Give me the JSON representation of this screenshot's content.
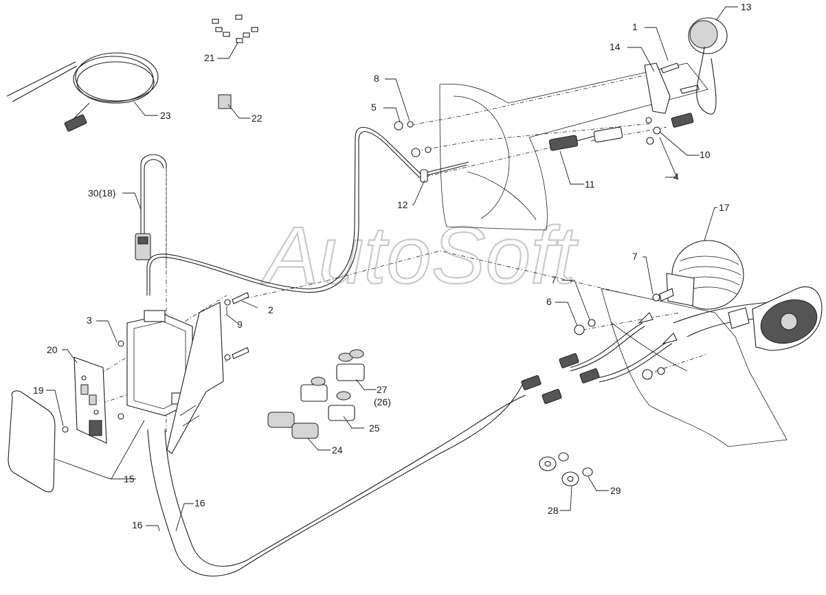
{
  "watermark": "AutoSoft",
  "callouts": {
    "c1": "1",
    "c2": "2",
    "c3": "3",
    "c4": "4",
    "c5": "5",
    "c6": "6",
    "c7a": "7",
    "c7b": "7",
    "c8": "8",
    "c9": "9",
    "c10": "10",
    "c11": "11",
    "c12": "12",
    "c13": "13",
    "c14": "14",
    "c15": "15",
    "c16a": "16",
    "c16b": "16",
    "c17": "17",
    "c19": "19",
    "c20": "20",
    "c21": "21",
    "c22": "22",
    "c23": "23",
    "c24": "24",
    "c25": "25",
    "c27": "27",
    "c26": "(26)",
    "c28": "28",
    "c29": "29",
    "c30": "30(18)"
  }
}
